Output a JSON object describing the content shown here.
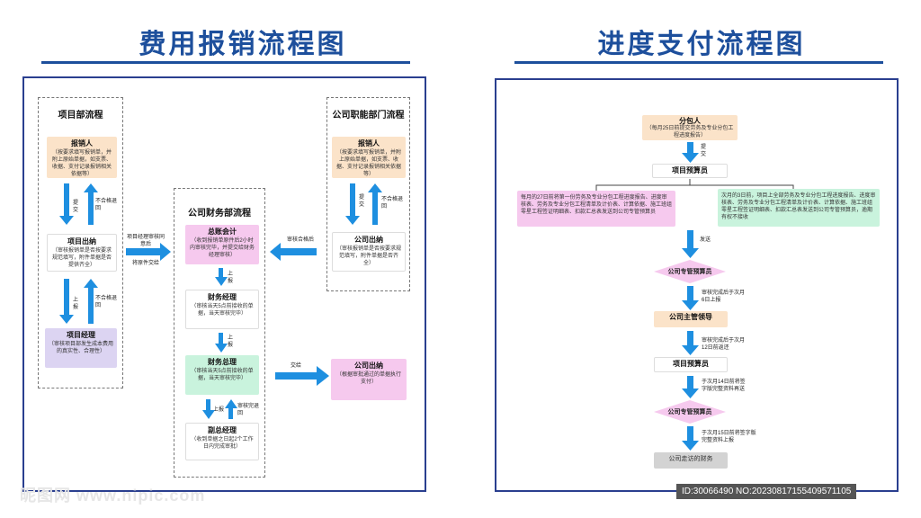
{
  "left_title": "费用报销流程图",
  "right_title": "进度支付流程图",
  "left": {
    "project_section": {
      "title": "项目部流程",
      "applicant": {
        "name": "报销人",
        "desc": "（按要求填写报销单，并附上原始单据，如支票、收据、支付记录报销相关依据等）"
      },
      "submit": "提交",
      "reject1": "不合格退回",
      "cashier": {
        "name": "项目出纳",
        "desc": "（审核报销单是否按要求规范填写，附件单据是否提供齐全）"
      },
      "report": "上报",
      "reject2": "不合格退回",
      "manager": {
        "name": "项目经理",
        "desc": "（审核项目部发生成本费用的真实性、合理性）"
      }
    },
    "finance_section": {
      "title": "公司财务部流程",
      "accountant": {
        "name": "总账会计",
        "desc": "（收到报销单原件后2小时内审核完毕，并提交给财务经理审核）"
      },
      "report1": "上报",
      "fin_manager": {
        "name": "财务经理",
        "desc": "（审核当天5点前接收的单据，当天审核完毕）"
      },
      "report2": "上报",
      "fin_director": {
        "name": "财务总理",
        "desc": "（审核当天5点前接收的单据，当天审核完毕）"
      },
      "report3": "上报",
      "return": "审核完退回",
      "vice": {
        "name": "副总经理",
        "desc": "（收到单据之日起2个工作日内完成审批）"
      },
      "deliver": "交给",
      "cashier": {
        "name": "公司出纳",
        "desc": "（根据审批通过的单据执行支付）"
      }
    },
    "dept_section": {
      "title": "公司职能部门流程",
      "applicant": {
        "name": "报销人",
        "desc": "（按要求填写报销单，并附上原始单据，如支票、收据、支付记录报销相关依据等）"
      },
      "submit": "提交",
      "reject": "不合格退回",
      "cashier": {
        "name": "公司出纳",
        "desc": "（审核报销单是否按要求规范填写，附件单据是否齐全）"
      }
    },
    "arrow_left_top": "项目经理审核同意后",
    "arrow_left_bottom": "将原件交给",
    "arrow_right": "审核合格后"
  },
  "right": {
    "sub": {
      "name": "分包人",
      "desc": "（每月25日前提交劳务及专业分包工程进度报告）"
    },
    "submit": "提交",
    "budget1": "项目预算员",
    "left_note": "每月的27日前将第一份劳务及专业分包工程进度报告、进度审核表、劳务及专业分包工程清单及计价表、计算依据、施工班组零星工程签证明细表、扣款汇总表发送到公司专管预算员",
    "right_note": "次月的3日前，项目上全部劳务及专业分包工程进度报告、进度审核表、劳务及专业分包工程清单及计价表、计算依据、施工班组零星工程签证明细表、扣款汇总表发送到公司专管预算员，逾期有权不接收",
    "send": "发送",
    "budget2": "公司专管预算员",
    "step3": "审核完成后于次月6日上报",
    "leader": "公司主管领导",
    "step4": "审核完成后于次月12日前返还",
    "budget3": "项目预算员",
    "step5": "于次月14日前将签字版完整资料再送",
    "budget4": "公司专管预算员",
    "step6": "于次月15日前将签字版完整资料上报",
    "final": "公司走访的财务"
  },
  "watermark": {
    "left": "昵图网 www.nipic.com",
    "right": "ID:30066490 NO:20230817155409571105"
  }
}
